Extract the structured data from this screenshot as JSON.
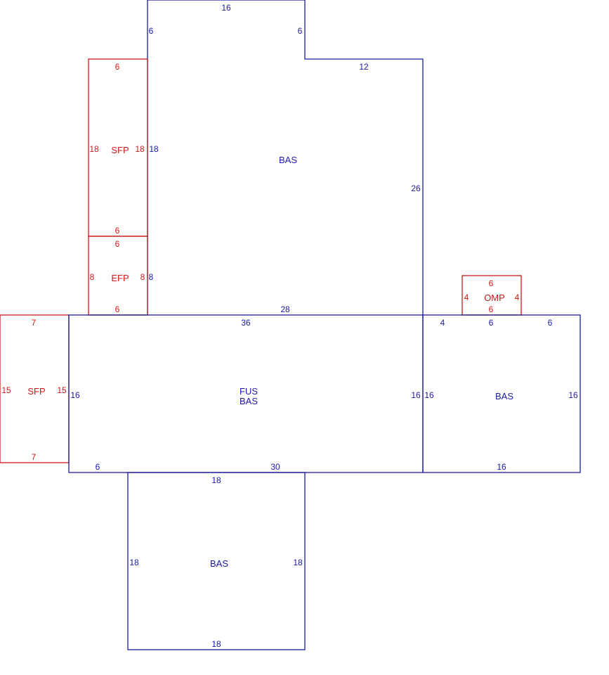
{
  "colors": {
    "living": "#1a1aa6",
    "porch": "#cc1a1a"
  },
  "areas": [
    {
      "id": "bas-main",
      "kind": "living",
      "labels": [
        "BAS"
      ],
      "dims": [
        "16",
        "6",
        "6",
        "12",
        "26",
        "28",
        "8",
        "18"
      ]
    },
    {
      "id": "sfp-upper",
      "kind": "porch",
      "labels": [
        "SFP"
      ],
      "dims": [
        "6",
        "18",
        "18",
        "6"
      ]
    },
    {
      "id": "efp",
      "kind": "porch",
      "labels": [
        "EFP"
      ],
      "dims": [
        "6",
        "8",
        "8",
        "6"
      ]
    },
    {
      "id": "sfp-left",
      "kind": "porch",
      "labels": [
        "SFP"
      ],
      "dims": [
        "7",
        "15",
        "15",
        "7"
      ]
    },
    {
      "id": "fus-bas",
      "kind": "living",
      "labels": [
        "FUS",
        "BAS"
      ],
      "dims": [
        "36",
        "16",
        "16",
        "6",
        "30"
      ]
    },
    {
      "id": "omp",
      "kind": "porch",
      "labels": [
        "OMP"
      ],
      "dims": [
        "6",
        "4",
        "4",
        "6"
      ]
    },
    {
      "id": "bas-right",
      "kind": "living",
      "labels": [
        "BAS"
      ],
      "dims": [
        "4",
        "6",
        "6",
        "16",
        "16",
        "16"
      ]
    },
    {
      "id": "bas-bottom",
      "kind": "living",
      "labels": [
        "BAS"
      ],
      "dims": [
        "18",
        "18",
        "18",
        "18"
      ]
    }
  ]
}
